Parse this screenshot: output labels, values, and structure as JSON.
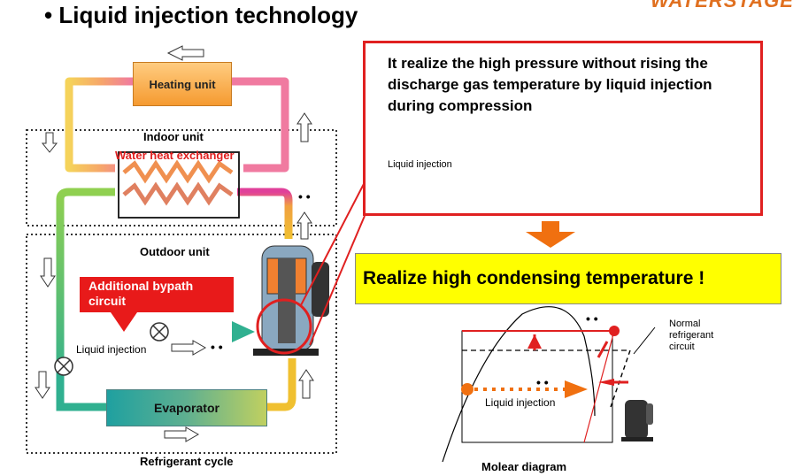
{
  "header": {
    "bullet": "•",
    "title": "Liquid injection technology",
    "brand": "WATERSTAGE"
  },
  "cycle": {
    "heating_unit": "Heating unit",
    "indoor_unit": "Indoor unit",
    "water_heat_exchanger": "Water heat exchanger",
    "outdoor_unit": "Outdoor unit",
    "additional_bypath": "Additional bypath circuit",
    "liquid_injection": "Liquid injection",
    "evaporator": "Evaporator",
    "caption": "Refrigerant cycle",
    "dots_right": "• •",
    "dots_injection": "• •"
  },
  "callout": {
    "text": "It realize the high pressure without rising the discharge gas temperature by liquid injection during compression",
    "liquid_injection": "Liquid injection"
  },
  "result": {
    "text": "Realize high condensing temperature !"
  },
  "diagram": {
    "normal_circuit": "Normal refrigerant circuit",
    "liquid_injection": "Liquid injection",
    "caption": "Molear diagram",
    "dots_top": "• •",
    "dots_mid": "• •"
  },
  "colors": {
    "accent_red": "#e02020",
    "arrow_orange": "#f07010",
    "highlight_yellow": "#ffff00"
  }
}
